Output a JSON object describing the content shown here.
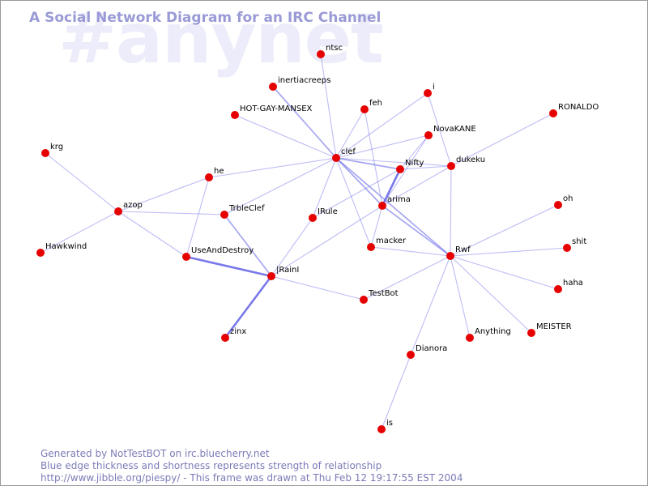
{
  "watermark": "#anynet",
  "title": "A Social Network Diagram for an IRC Channel",
  "footer": {
    "line1": "Generated by NotTestBOT on irc.bluecherry.net",
    "line2": "Blue edge thickness and shortness represents strength of relationship",
    "line3": "http://www.jibble.org/piespy/ - This frame was drawn at Thu Feb 12 19:17:55 EST 2004"
  },
  "colors": {
    "node": "#e60000",
    "edge": "#6a6ae8",
    "title": "#9a9ad6",
    "watermark": "#ececfa",
    "footer": "#7b7bb8"
  },
  "nodes": [
    {
      "id": "ntsc",
      "label": "ntsc"
    },
    {
      "id": "inertiacreeps",
      "label": "inertiacreeps"
    },
    {
      "id": "HOT-GAY-MANSEX",
      "label": "HOT-GAY-MANSEX"
    },
    {
      "id": "feh",
      "label": "feh"
    },
    {
      "id": "i",
      "label": "i"
    },
    {
      "id": "RONALDO",
      "label": "RONALDO"
    },
    {
      "id": "NovaKANE",
      "label": "NovaKANE"
    },
    {
      "id": "clef",
      "label": "clef"
    },
    {
      "id": "Nifty",
      "label": "Nifty"
    },
    {
      "id": "dukeku",
      "label": "dukeku"
    },
    {
      "id": "krg",
      "label": "krg"
    },
    {
      "id": "he",
      "label": "he"
    },
    {
      "id": "azop",
      "label": "azop"
    },
    {
      "id": "TrbleClef",
      "label": "TrbleClef"
    },
    {
      "id": "IRule",
      "label": "IRule"
    },
    {
      "id": "arima",
      "label": "arima"
    },
    {
      "id": "oh",
      "label": "oh"
    },
    {
      "id": "Hawkwind",
      "label": "Hawkwind"
    },
    {
      "id": "UseAndDestroy",
      "label": "UseAndDestroy"
    },
    {
      "id": "macker",
      "label": "macker"
    },
    {
      "id": "Rwf",
      "label": "Rwf"
    },
    {
      "id": "shit",
      "label": "shit"
    },
    {
      "id": "IRainI",
      "label": "|RainI"
    },
    {
      "id": "haha",
      "label": "haha"
    },
    {
      "id": "TestBot",
      "label": "TestBot"
    },
    {
      "id": "zinx",
      "label": "zinx"
    },
    {
      "id": "MEISTER",
      "label": "MEISTER"
    },
    {
      "id": "Anything",
      "label": "Anything"
    },
    {
      "id": "Dianora",
      "label": "Dianora"
    },
    {
      "id": "is",
      "label": "is"
    }
  ],
  "edges": [
    {
      "source": "krg",
      "target": "azop",
      "weight": 1
    },
    {
      "source": "azop",
      "target": "Hawkwind",
      "weight": 1
    },
    {
      "source": "azop",
      "target": "he",
      "weight": 1
    },
    {
      "source": "azop",
      "target": "TrbleClef",
      "weight": 1
    },
    {
      "source": "azop",
      "target": "UseAndDestroy",
      "weight": 1
    },
    {
      "source": "he",
      "target": "clef",
      "weight": 1
    },
    {
      "source": "he",
      "target": "UseAndDestroy",
      "weight": 1
    },
    {
      "source": "UseAndDestroy",
      "target": "IRainI",
      "weight": 3
    },
    {
      "source": "TrbleClef",
      "target": "IRainI",
      "weight": 2
    },
    {
      "source": "IRainI",
      "target": "zinx",
      "weight": 3
    },
    {
      "source": "IRainI",
      "target": "TestBot",
      "weight": 1
    },
    {
      "source": "IRainI",
      "target": "IRule",
      "weight": 1
    },
    {
      "source": "IRainI",
      "target": "arima",
      "weight": 1
    },
    {
      "source": "TestBot",
      "target": "Rwf",
      "weight": 1
    },
    {
      "source": "ntsc",
      "target": "clef",
      "weight": 1
    },
    {
      "source": "inertiacreeps",
      "target": "clef",
      "weight": 2
    },
    {
      "source": "HOT-GAY-MANSEX",
      "target": "clef",
      "weight": 1
    },
    {
      "source": "feh",
      "target": "clef",
      "weight": 1
    },
    {
      "source": "feh",
      "target": "arima",
      "weight": 1
    },
    {
      "source": "i",
      "target": "clef",
      "weight": 1
    },
    {
      "source": "i",
      "target": "dukeku",
      "weight": 1
    },
    {
      "source": "NovaKANE",
      "target": "clef",
      "weight": 1
    },
    {
      "source": "NovaKANE",
      "target": "Nifty",
      "weight": 1
    },
    {
      "source": "NovaKANE",
      "target": "arima",
      "weight": 1
    },
    {
      "source": "clef",
      "target": "Nifty",
      "weight": 2
    },
    {
      "source": "clef",
      "target": "dukeku",
      "weight": 1
    },
    {
      "source": "clef",
      "target": "arima",
      "weight": 2
    },
    {
      "source": "clef",
      "target": "TrbleClef",
      "weight": 1
    },
    {
      "source": "clef",
      "target": "IRule",
      "weight": 1
    },
    {
      "source": "clef",
      "target": "Rwf",
      "weight": 2
    },
    {
      "source": "clef",
      "target": "macker",
      "weight": 1
    },
    {
      "source": "Nifty",
      "target": "arima",
      "weight": 3
    },
    {
      "source": "Nifty",
      "target": "dukeku",
      "weight": 1
    },
    {
      "source": "Nifty",
      "target": "IRule",
      "weight": 1
    },
    {
      "source": "arima",
      "target": "dukeku",
      "weight": 1
    },
    {
      "source": "arima",
      "target": "macker",
      "weight": 1
    },
    {
      "source": "arima",
      "target": "Rwf",
      "weight": 2
    },
    {
      "source": "dukeku",
      "target": "RONALDO",
      "weight": 1
    },
    {
      "source": "dukeku",
      "target": "Rwf",
      "weight": 1
    },
    {
      "source": "macker",
      "target": "Rwf",
      "weight": 1
    },
    {
      "source": "Rwf",
      "target": "oh",
      "weight": 1
    },
    {
      "source": "Rwf",
      "target": "shit",
      "weight": 1
    },
    {
      "source": "Rwf",
      "target": "haha",
      "weight": 1
    },
    {
      "source": "Rwf",
      "target": "MEISTER",
      "weight": 1
    },
    {
      "source": "Rwf",
      "target": "Anything",
      "weight": 1
    },
    {
      "source": "Rwf",
      "target": "Dianora",
      "weight": 1
    },
    {
      "source": "Dianora",
      "target": "is",
      "weight": 1
    }
  ]
}
